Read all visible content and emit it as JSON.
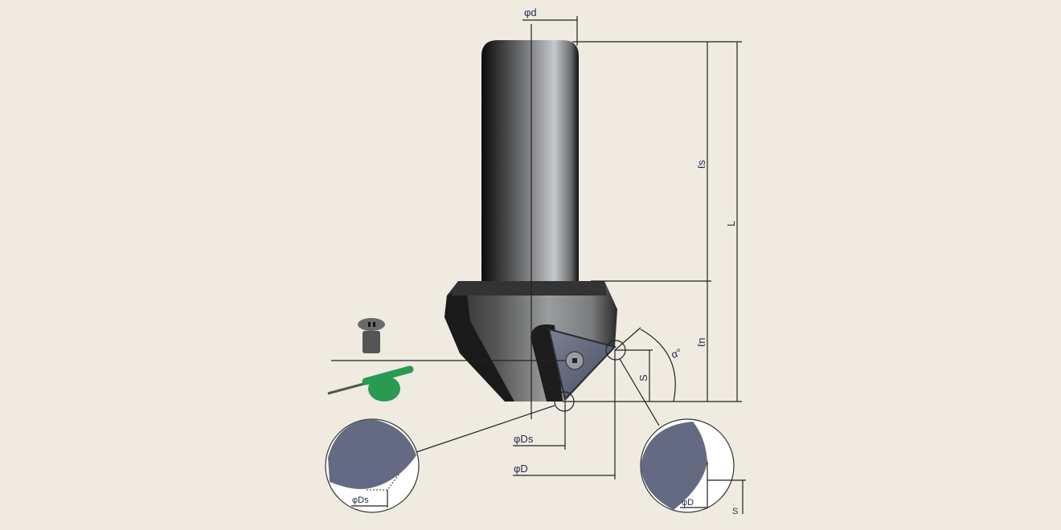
{
  "labels": {
    "shank_diameter": "φd",
    "shank_length": "ℓs",
    "overall_length": "L",
    "neck_length": "ℓn",
    "angle": "α°",
    "step": "S",
    "small_diameter": "φDs",
    "cutting_diameter": "φD"
  },
  "detail_left": {
    "label": "φDs"
  },
  "detail_right": {
    "diameter_label": "φD",
    "step_label": "S"
  },
  "colors": {
    "background": "#efebe1",
    "insert": "#646a82",
    "wrench": "#2a9a50"
  }
}
